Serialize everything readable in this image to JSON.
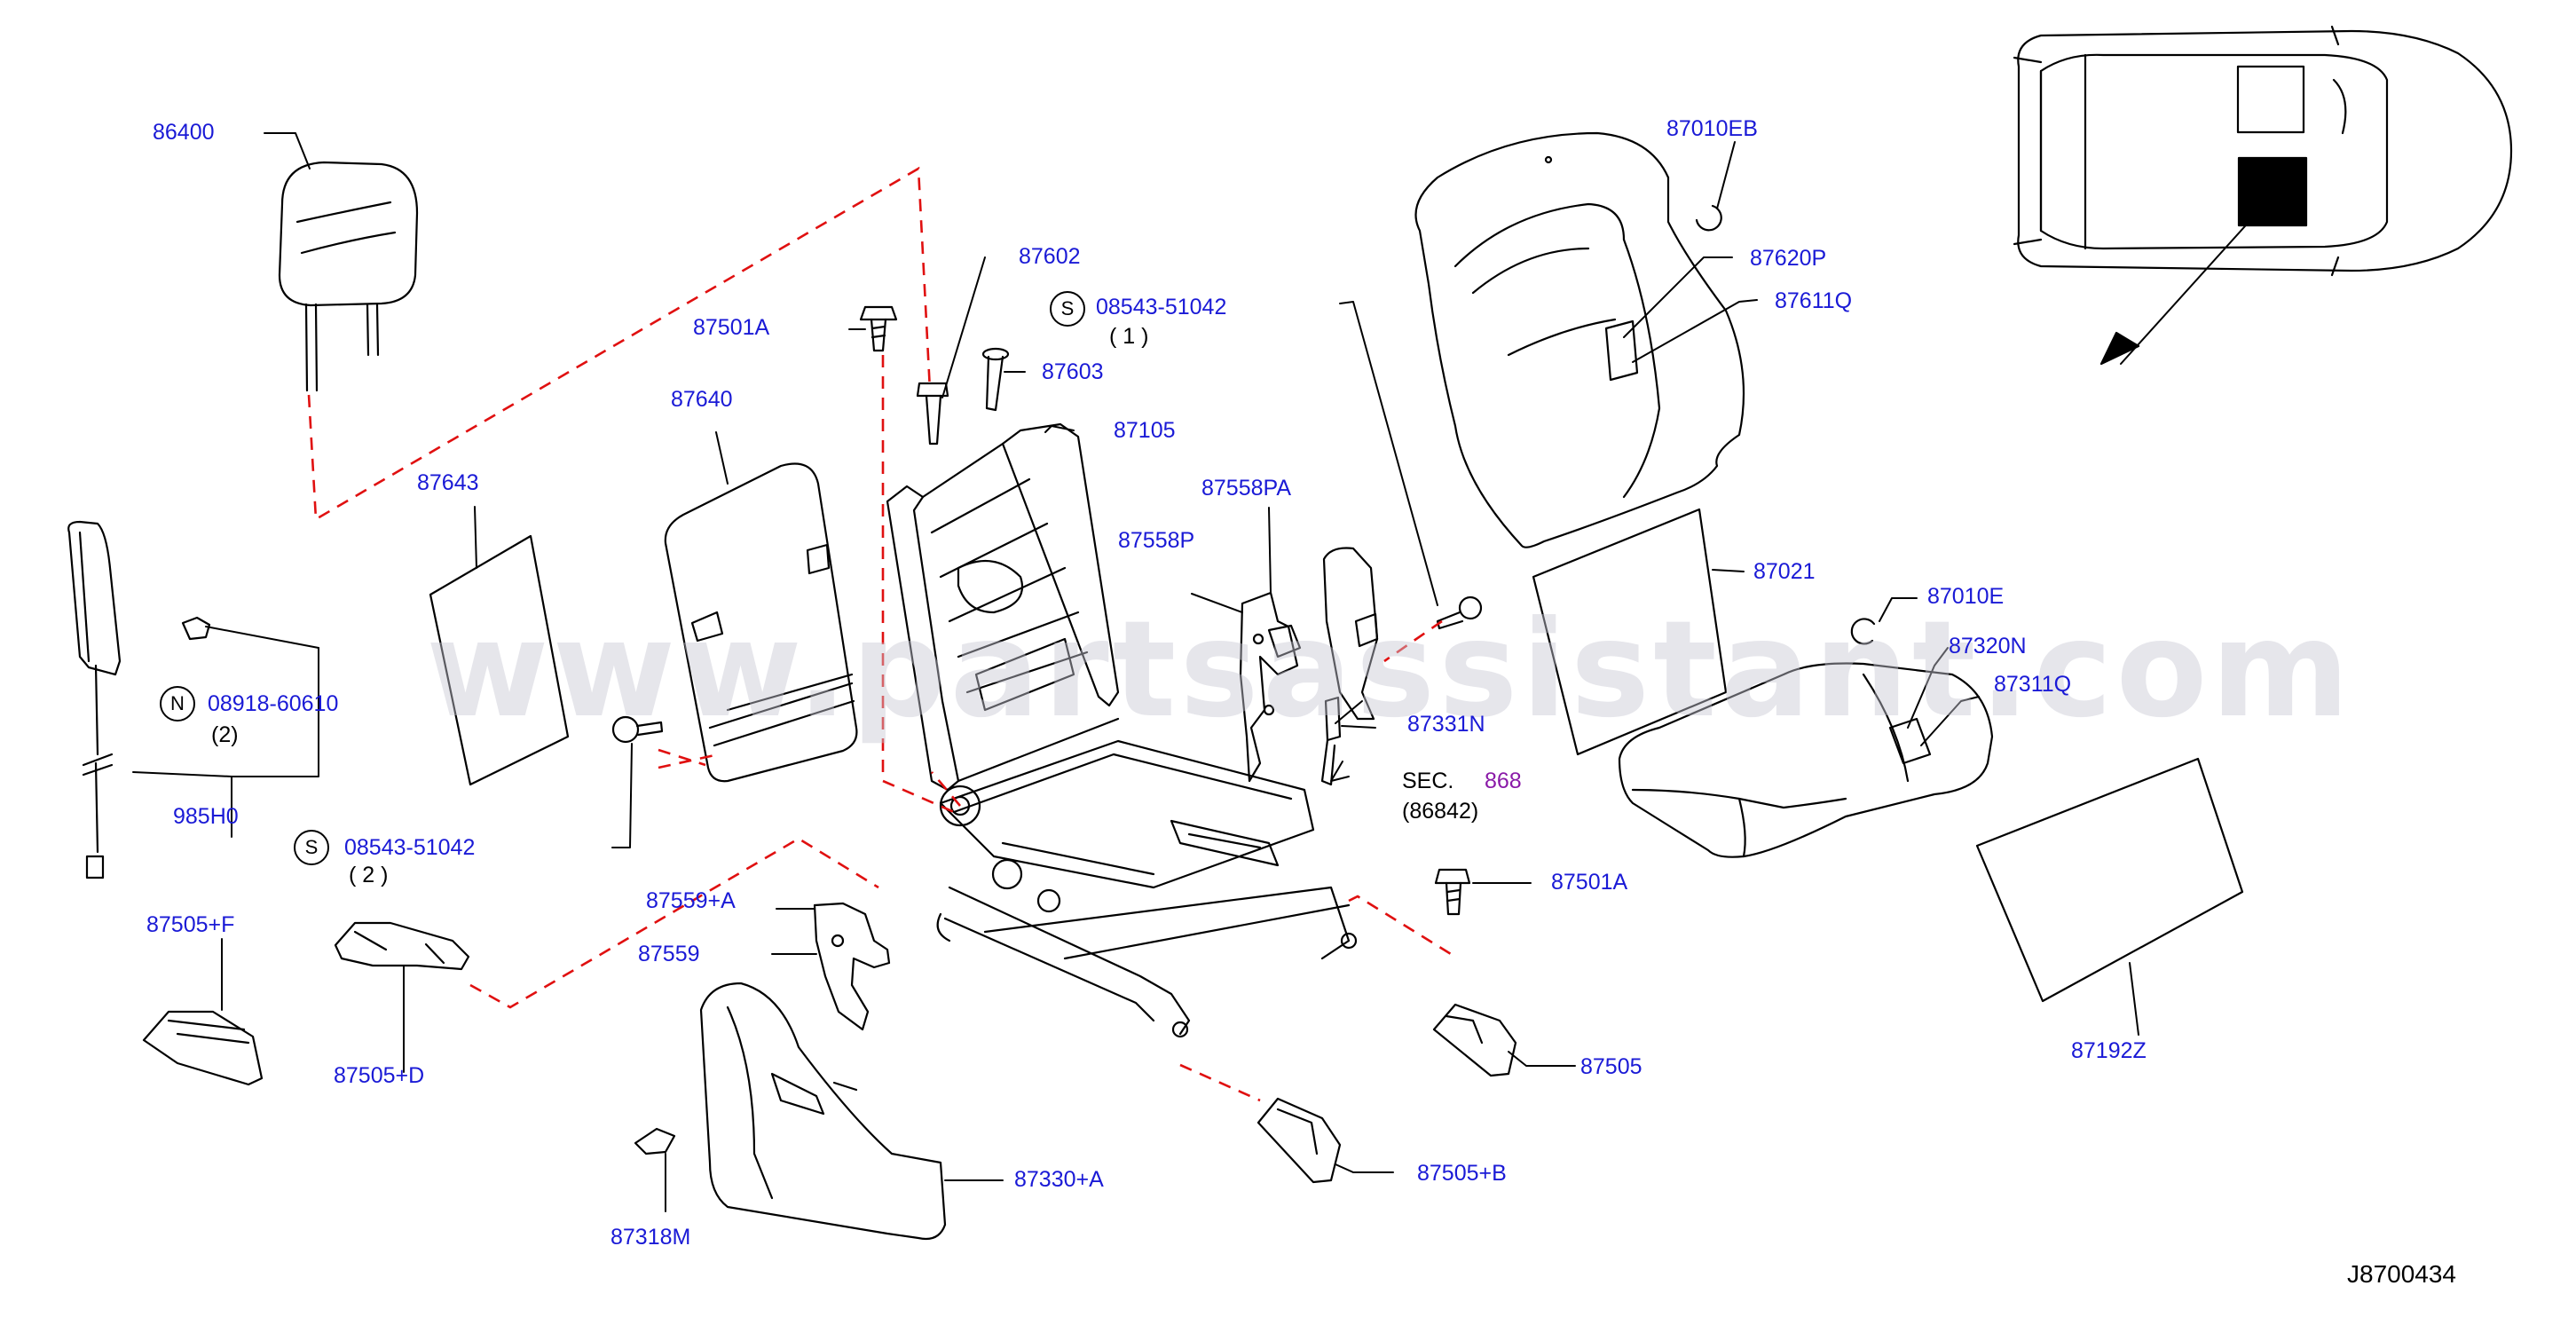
{
  "diagram": {
    "code": "J8700434",
    "watermark": "www.partsassistant.com",
    "parts": [
      {
        "id": "p86400",
        "label": "86400"
      },
      {
        "id": "p87643",
        "label": "87643"
      },
      {
        "id": "p87640",
        "label": "87640"
      },
      {
        "id": "p87501A_top",
        "label": "87501A"
      },
      {
        "id": "p87602",
        "label": "87602"
      },
      {
        "id": "p87603",
        "label": "87603"
      },
      {
        "id": "p87105",
        "label": "87105"
      },
      {
        "id": "p87558PA",
        "label": "87558PA"
      },
      {
        "id": "p87558P",
        "label": "87558P"
      },
      {
        "id": "p87331N",
        "label": "87331N"
      },
      {
        "id": "p87010EB",
        "label": "87010EB"
      },
      {
        "id": "p87620P",
        "label": "87620P"
      },
      {
        "id": "p87611Q",
        "label": "87611Q"
      },
      {
        "id": "p87021",
        "label": "87021"
      },
      {
        "id": "p87010E",
        "label": "87010E"
      },
      {
        "id": "p87320N",
        "label": "87320N"
      },
      {
        "id": "p87311Q",
        "label": "87311Q"
      },
      {
        "id": "p87192Z",
        "label": "87192Z"
      },
      {
        "id": "p87501A_bot",
        "label": "87501A"
      },
      {
        "id": "p87505",
        "label": "87505"
      },
      {
        "id": "p87505B",
        "label": "87505+B"
      },
      {
        "id": "p87330A",
        "label": "87330+A"
      },
      {
        "id": "p87318M",
        "label": "87318M"
      },
      {
        "id": "p87559A",
        "label": "87559+A"
      },
      {
        "id": "p87559",
        "label": "87559"
      },
      {
        "id": "p87505F",
        "label": "87505+F"
      },
      {
        "id": "p87505D",
        "label": "87505+D"
      },
      {
        "id": "p985H0",
        "label": "985H0"
      }
    ],
    "fasteners": [
      {
        "id": "s1",
        "mark": "S",
        "label": "08543-51042",
        "qty": "( 1 )"
      },
      {
        "id": "n1",
        "mark": "N",
        "label": "08918-60610",
        "qty": "(2)"
      },
      {
        "id": "s2",
        "mark": "S",
        "label": "08543-51042",
        "qty": "( 2 )"
      }
    ],
    "section": {
      "prefix": "SEC.",
      "number": "868",
      "ref": "(86842)"
    },
    "colors": {
      "callout": "#1a1ad6",
      "linework": "#000000",
      "dashed": "#e01010",
      "section_number": "#8a1aa8"
    }
  }
}
